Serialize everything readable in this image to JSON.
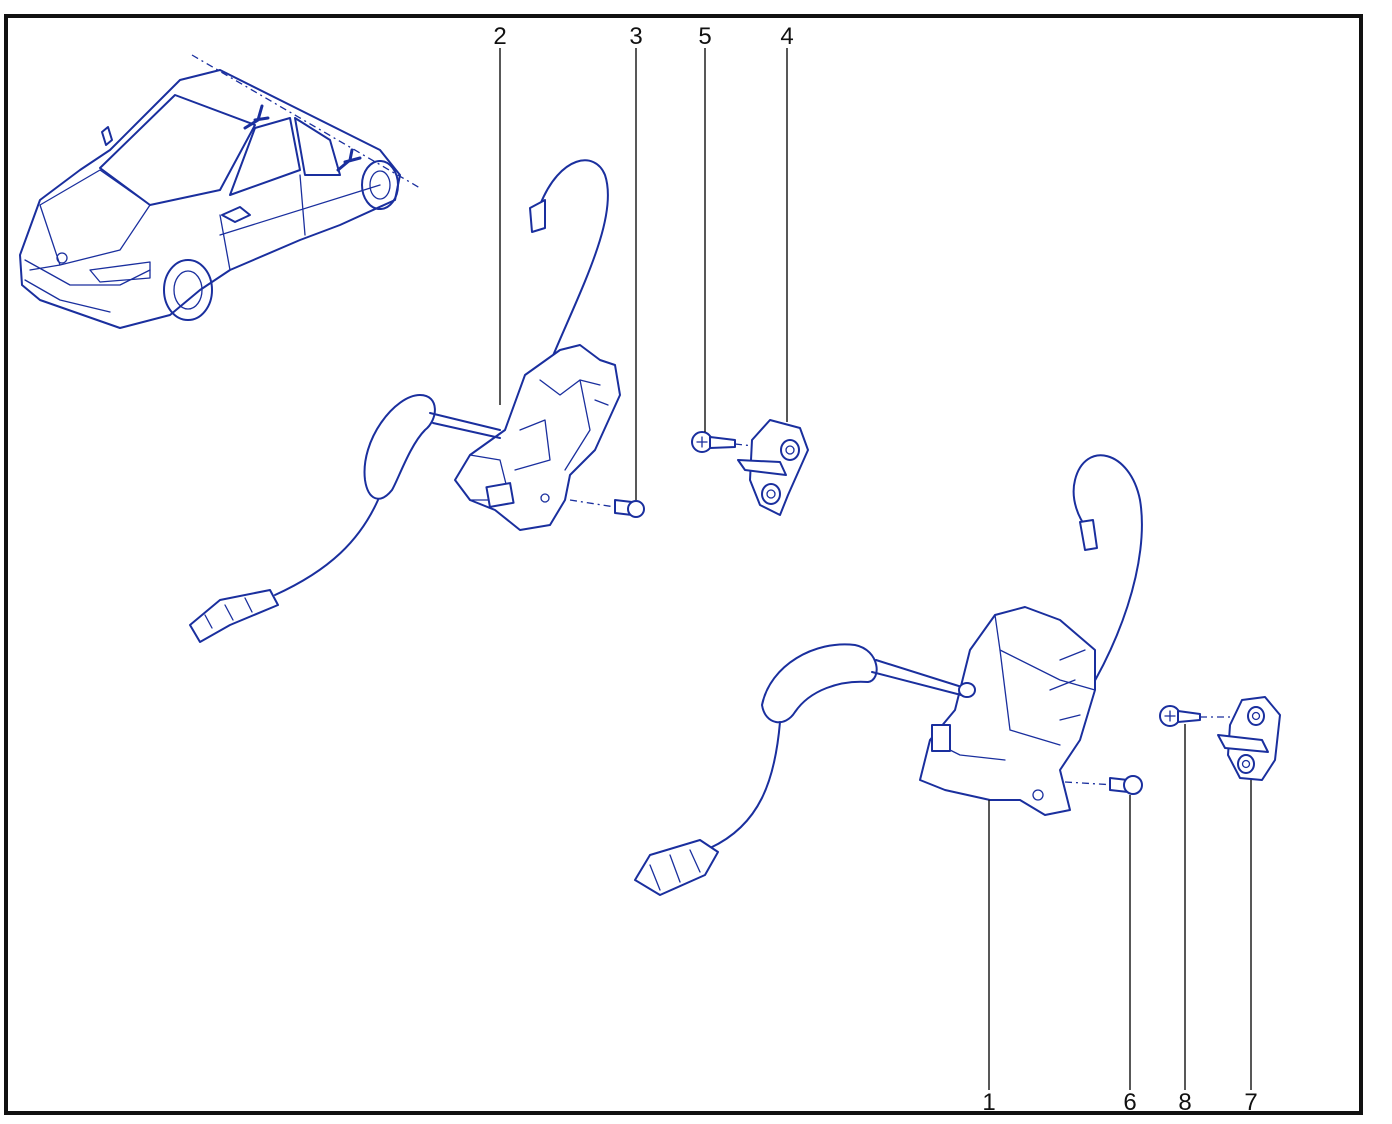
{
  "diagram": {
    "accent_color": "#1a2f9e",
    "callouts": [
      {
        "id": "c1",
        "label": "1"
      },
      {
        "id": "c2",
        "label": "2"
      },
      {
        "id": "c3",
        "label": "3"
      },
      {
        "id": "c4",
        "label": "4"
      },
      {
        "id": "c5",
        "label": "5"
      },
      {
        "id": "c6",
        "label": "6"
      },
      {
        "id": "c7",
        "label": "7"
      },
      {
        "id": "c8",
        "label": "8"
      }
    ]
  }
}
